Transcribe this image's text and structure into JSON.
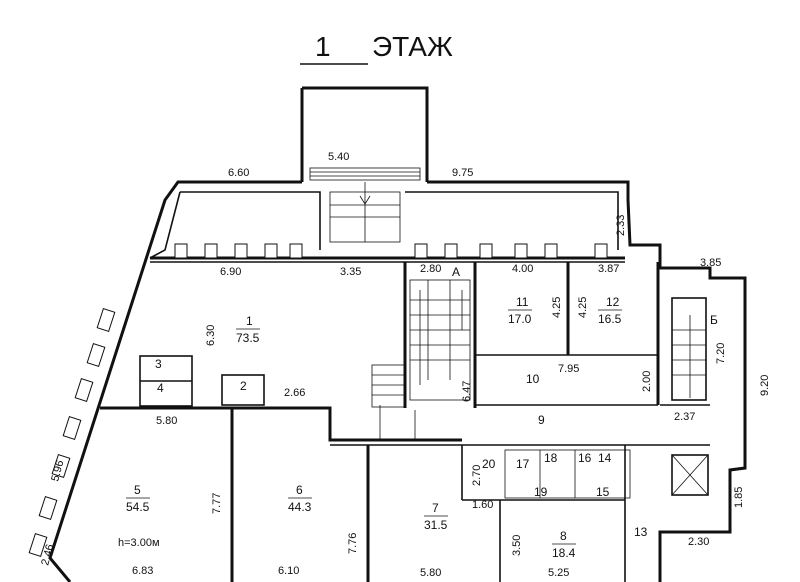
{
  "title": {
    "number": "1",
    "label": "ЭТАЖ"
  },
  "dimensions": {
    "top_annex_width": "5.40",
    "top_left": "6.60",
    "top_right": "9.75",
    "upper_right_height": "2.33",
    "room1_top": "6.90",
    "corridor_top": "3.35",
    "stair_a_width": "2.80",
    "room11_width": "4.00",
    "room12_width": "3.87",
    "stair_b_width": "3.85",
    "room1_height": "6.30",
    "room11_height": "4.25",
    "room12_height": "4.25",
    "stair_b_height": "7.20",
    "right_height": "9.20",
    "room10_width": "7.95",
    "room10_height": "2.00",
    "room2_width": "2.66",
    "stair_a_height": "6.47",
    "left_wall_width": "5.80",
    "corridor_right": "2.37",
    "left_side": "5.96",
    "room5_height": "7.77",
    "room6_height": "7.76",
    "room20_height": "2.70",
    "room20_width": "1.60",
    "room8_height": "3.50",
    "right_lower": "1.85",
    "lower_right_width": "2.30",
    "bottom_left_corner": "2.46",
    "room5_width": "6.83",
    "room6_width": "6.10",
    "room7_width": "5.80",
    "room8_width": "5.25"
  },
  "rooms": [
    {
      "id": "1",
      "number": "1",
      "area": "73.5"
    },
    {
      "id": "2",
      "number": "2",
      "area": ""
    },
    {
      "id": "3",
      "number": "3",
      "area": ""
    },
    {
      "id": "4",
      "number": "4",
      "area": ""
    },
    {
      "id": "5",
      "number": "5",
      "area": "54.5"
    },
    {
      "id": "6",
      "number": "6",
      "area": "44.3"
    },
    {
      "id": "7",
      "number": "7",
      "area": "31.5"
    },
    {
      "id": "8",
      "number": "8",
      "area": "18.4"
    },
    {
      "id": "9",
      "number": "9",
      "area": ""
    },
    {
      "id": "10",
      "number": "10",
      "area": ""
    },
    {
      "id": "11",
      "number": "11",
      "area": "17.0"
    },
    {
      "id": "12",
      "number": "12",
      "area": "16.5"
    },
    {
      "id": "13",
      "number": "13",
      "area": ""
    },
    {
      "id": "14",
      "number": "14",
      "area": ""
    },
    {
      "id": "15",
      "number": "15",
      "area": ""
    },
    {
      "id": "16",
      "number": "16",
      "area": ""
    },
    {
      "id": "17",
      "number": "17",
      "area": ""
    },
    {
      "id": "18",
      "number": "18",
      "area": ""
    },
    {
      "id": "19",
      "number": "19",
      "area": ""
    },
    {
      "id": "20",
      "number": "20",
      "area": ""
    }
  ],
  "stair_labels": {
    "a": "А",
    "b": "Б"
  },
  "ceiling_height": "h=3.00м"
}
